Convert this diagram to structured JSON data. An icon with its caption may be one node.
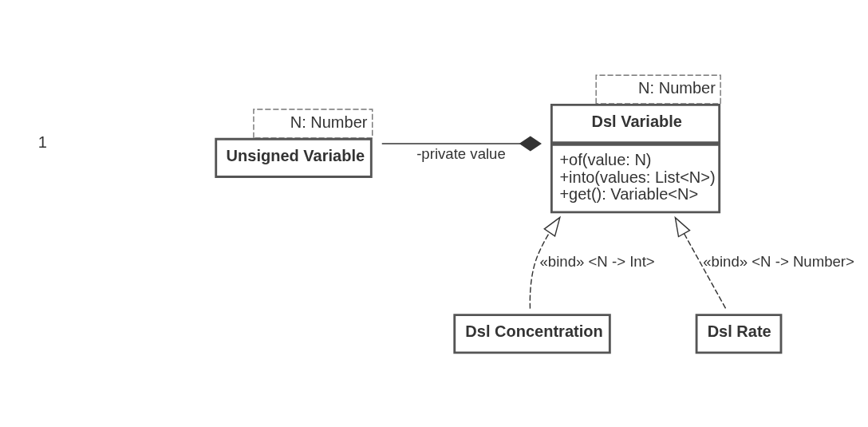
{
  "diagram": {
    "nodes": [
      {
        "text": [
          "N: Number",
          "Unsigned Variable"
        ]
      },
      {
        "text": [
          "N: Number",
          "Dsl Variable",
          "+of(value: N)",
          "+into(values: List<N>)",
          "+get(): Variable<N>"
        ]
      },
      {
        "text": [
          "Dsl Concentration"
        ]
      },
      {
        "text": [
          "Dsl Rate"
        ]
      }
    ],
    "edges": [
      {
        "from": 0,
        "to": 1,
        "arrow": "other",
        "label": "-private value"
      },
      {
        "from": 2,
        "to": 1,
        "arrow": "to",
        "style": "dashed",
        "label": "«bind» <N -> Int>"
      },
      {
        "from": 3,
        "to": 1,
        "arrow": "to",
        "style": "dashed",
        "label": "«bind» <N -> Number>"
      }
    ],
    "labels": [
      "1"
    ]
  }
}
